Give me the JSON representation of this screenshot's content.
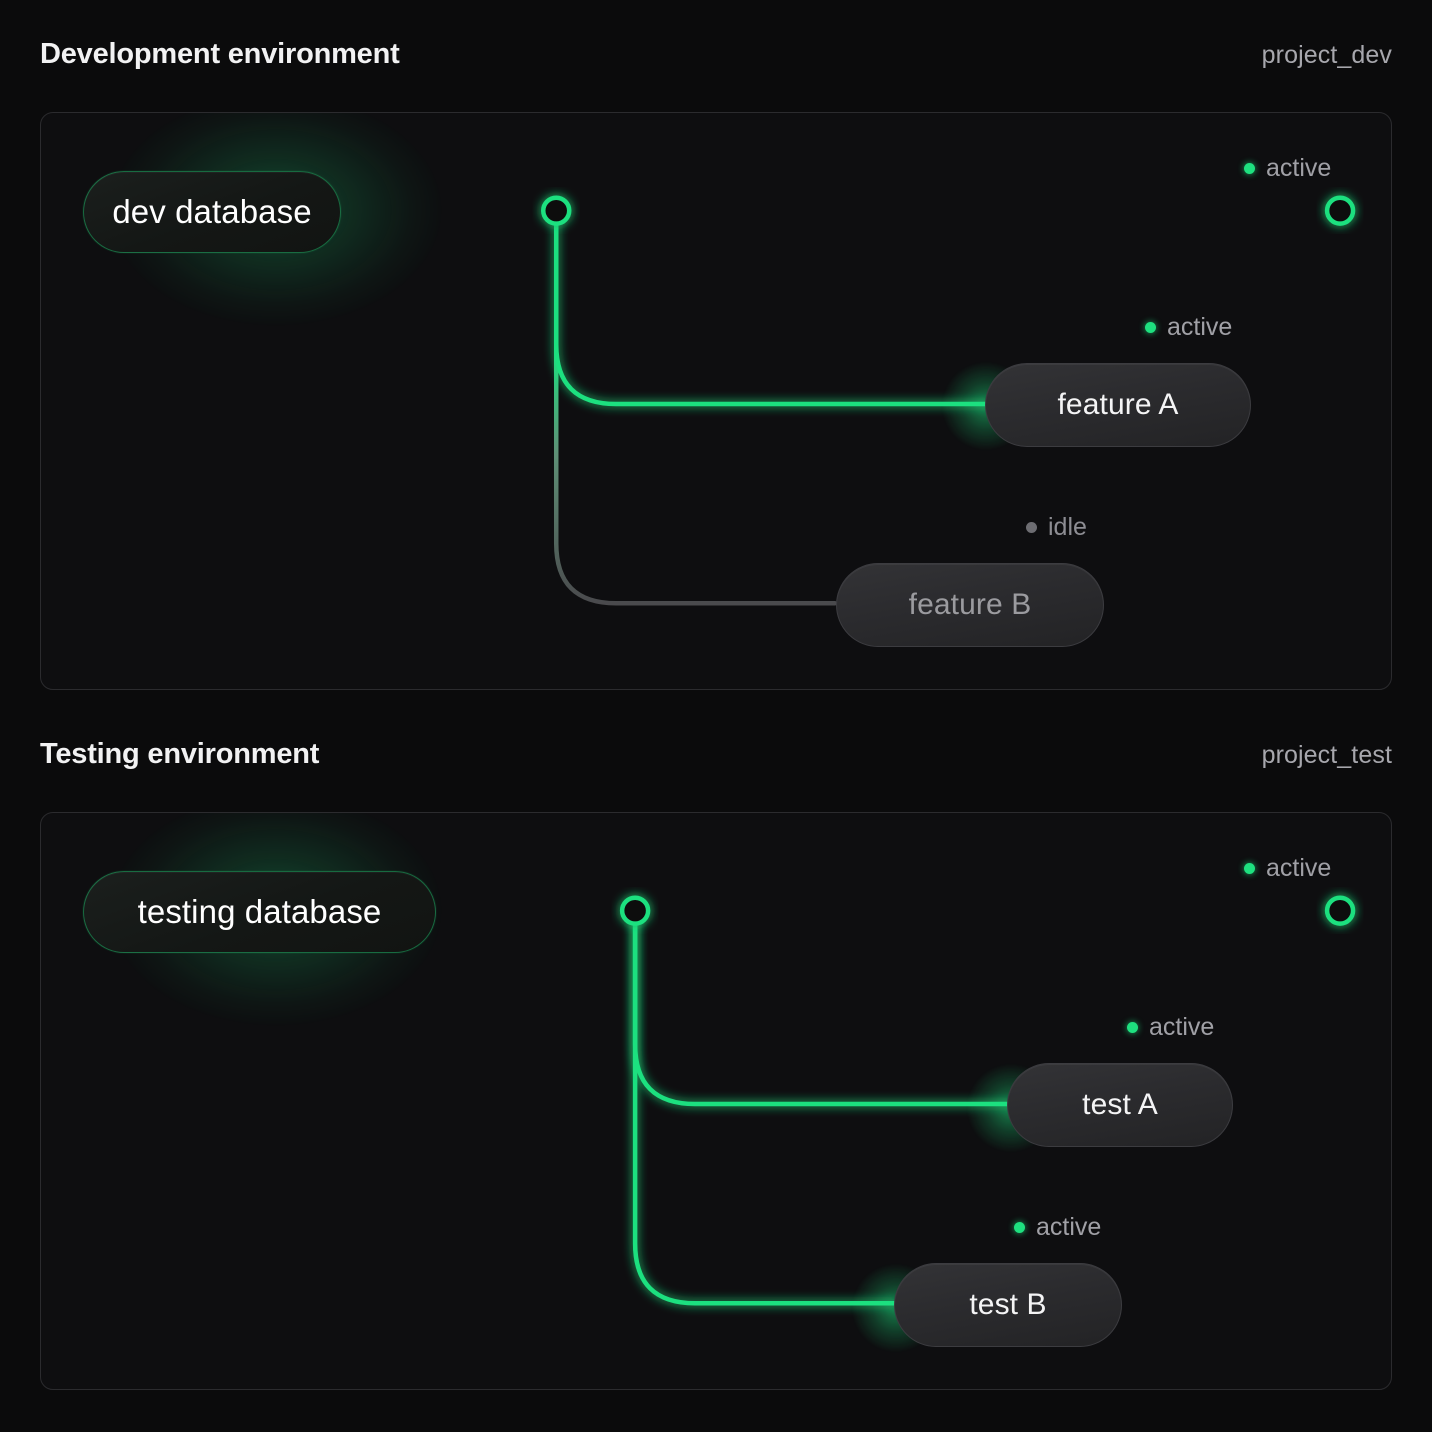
{
  "theme": {
    "page_bg": "#0b0b0c",
    "panel_bg": "#0e0e10",
    "panel_border": "#2b2b2e",
    "accent_green": "#1ee07f",
    "idle_gray": "#6d6d72",
    "text_primary": "#f2f2f3",
    "text_muted": "#a7a7ad"
  },
  "sections": [
    {
      "id": "dev",
      "title": "Development environment",
      "project": "project_dev",
      "source": {
        "label": "dev database",
        "state": "active"
      },
      "trunk_status": {
        "label": "active",
        "state": "active"
      },
      "branches": [
        {
          "label": "feature A",
          "state": "active",
          "status_label": "active"
        },
        {
          "label": "feature B",
          "state": "idle",
          "status_label": "idle"
        }
      ]
    },
    {
      "id": "test",
      "title": "Testing environment",
      "project": "project_test",
      "source": {
        "label": "testing database",
        "state": "active"
      },
      "trunk_status": {
        "label": "active",
        "state": "active"
      },
      "branches": [
        {
          "label": "test A",
          "state": "active",
          "status_label": "active"
        },
        {
          "label": "test B",
          "state": "active",
          "status_label": "active"
        }
      ]
    }
  ]
}
